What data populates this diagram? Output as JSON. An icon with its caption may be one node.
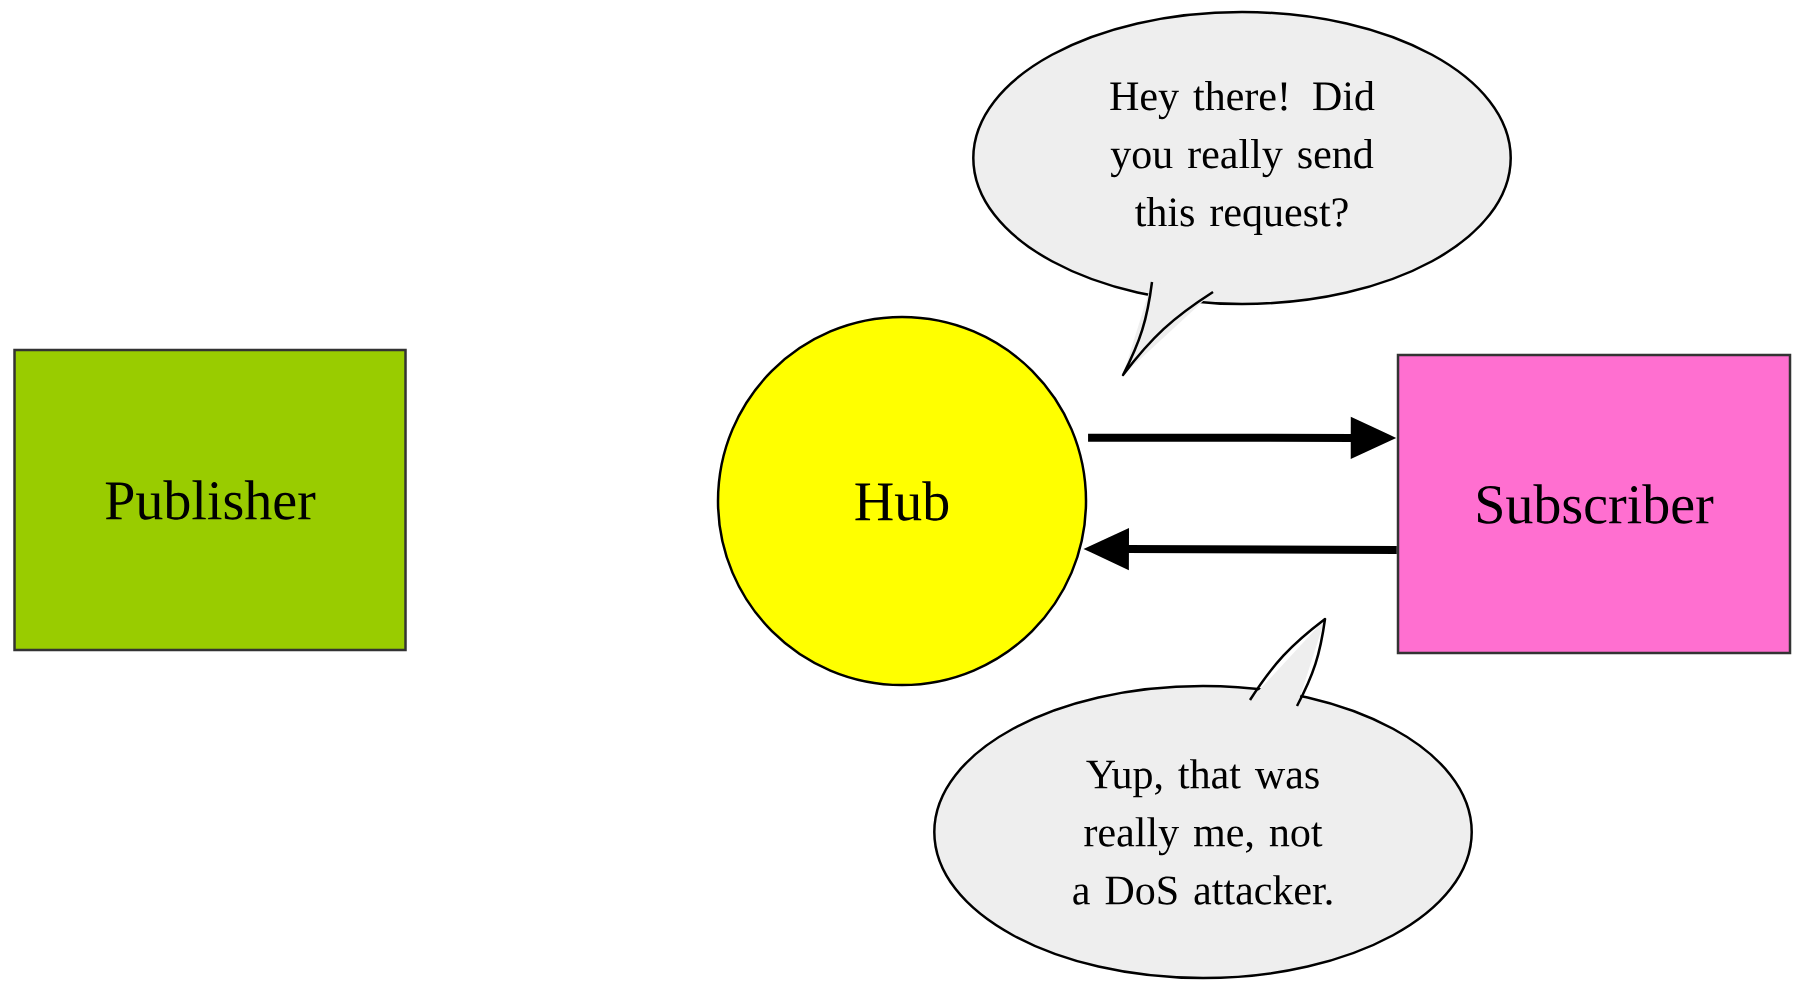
{
  "diagram": {
    "nodes": [
      {
        "text": [
          "Publisher"
        ]
      },
      {
        "text": [
          "Hub"
        ]
      },
      {
        "text": [
          "Hey there! Did you really send this request?"
        ]
      },
      {
        "text": [
          "Subscriber"
        ]
      },
      {
        "text": [
          "Yup, that was really me, not a DoS attacker."
        ]
      }
    ],
    "edges": [
      {
        "from": 1,
        "to": 3,
        "arrow": "to"
      },
      {
        "from": 3,
        "to": 1,
        "arrow": "to"
      }
    ]
  }
}
